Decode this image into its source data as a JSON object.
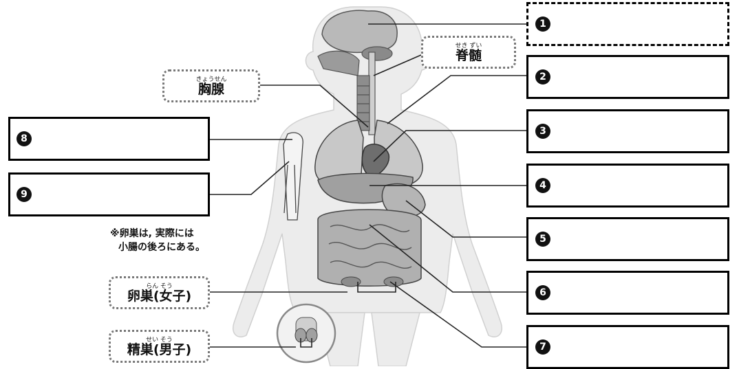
{
  "answer_numbers": [
    "1",
    "2",
    "3",
    "4",
    "5",
    "6",
    "7",
    "8",
    "9"
  ],
  "labels": {
    "spinal_cord": {
      "ruby": "せき ずい",
      "text": "脊髄"
    },
    "thymus": {
      "ruby": "きょうせん",
      "text": "胸腺"
    },
    "ovary": {
      "ruby": "らん そう",
      "text": "卵巣(女子)"
    },
    "testis": {
      "ruby": "せい そう",
      "text": "精巣(男子)"
    }
  },
  "note": {
    "line1": "※卵巣は, 実際には",
    "line2": "小腸の後ろにある。"
  },
  "colors": {
    "body": "#ececec",
    "organ_light": "#c8c8c8",
    "organ_mid": "#a8a8a8",
    "organ_dark": "#7d7d7d",
    "line": "#222222"
  }
}
